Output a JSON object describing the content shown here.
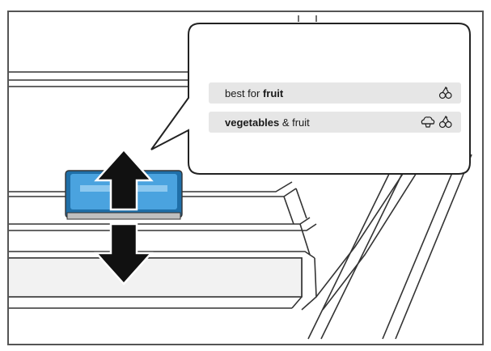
{
  "callout": {
    "rows": [
      {
        "label_prefix": "best for ",
        "label_bold": "fruit",
        "label_suffix": "",
        "icons": [
          "fruit-icon"
        ]
      },
      {
        "label_prefix": "",
        "label_bold": "vegetables",
        "label_suffix": " & fruit",
        "icons": [
          "vegetable-icon",
          "fruit-icon"
        ]
      }
    ]
  },
  "colors": {
    "line": "#333333",
    "slider_blue": "#4aa3df",
    "slider_blue_dark": "#1f6fa8",
    "arrow": "#111111",
    "row_bg": "#e6e6e6"
  }
}
